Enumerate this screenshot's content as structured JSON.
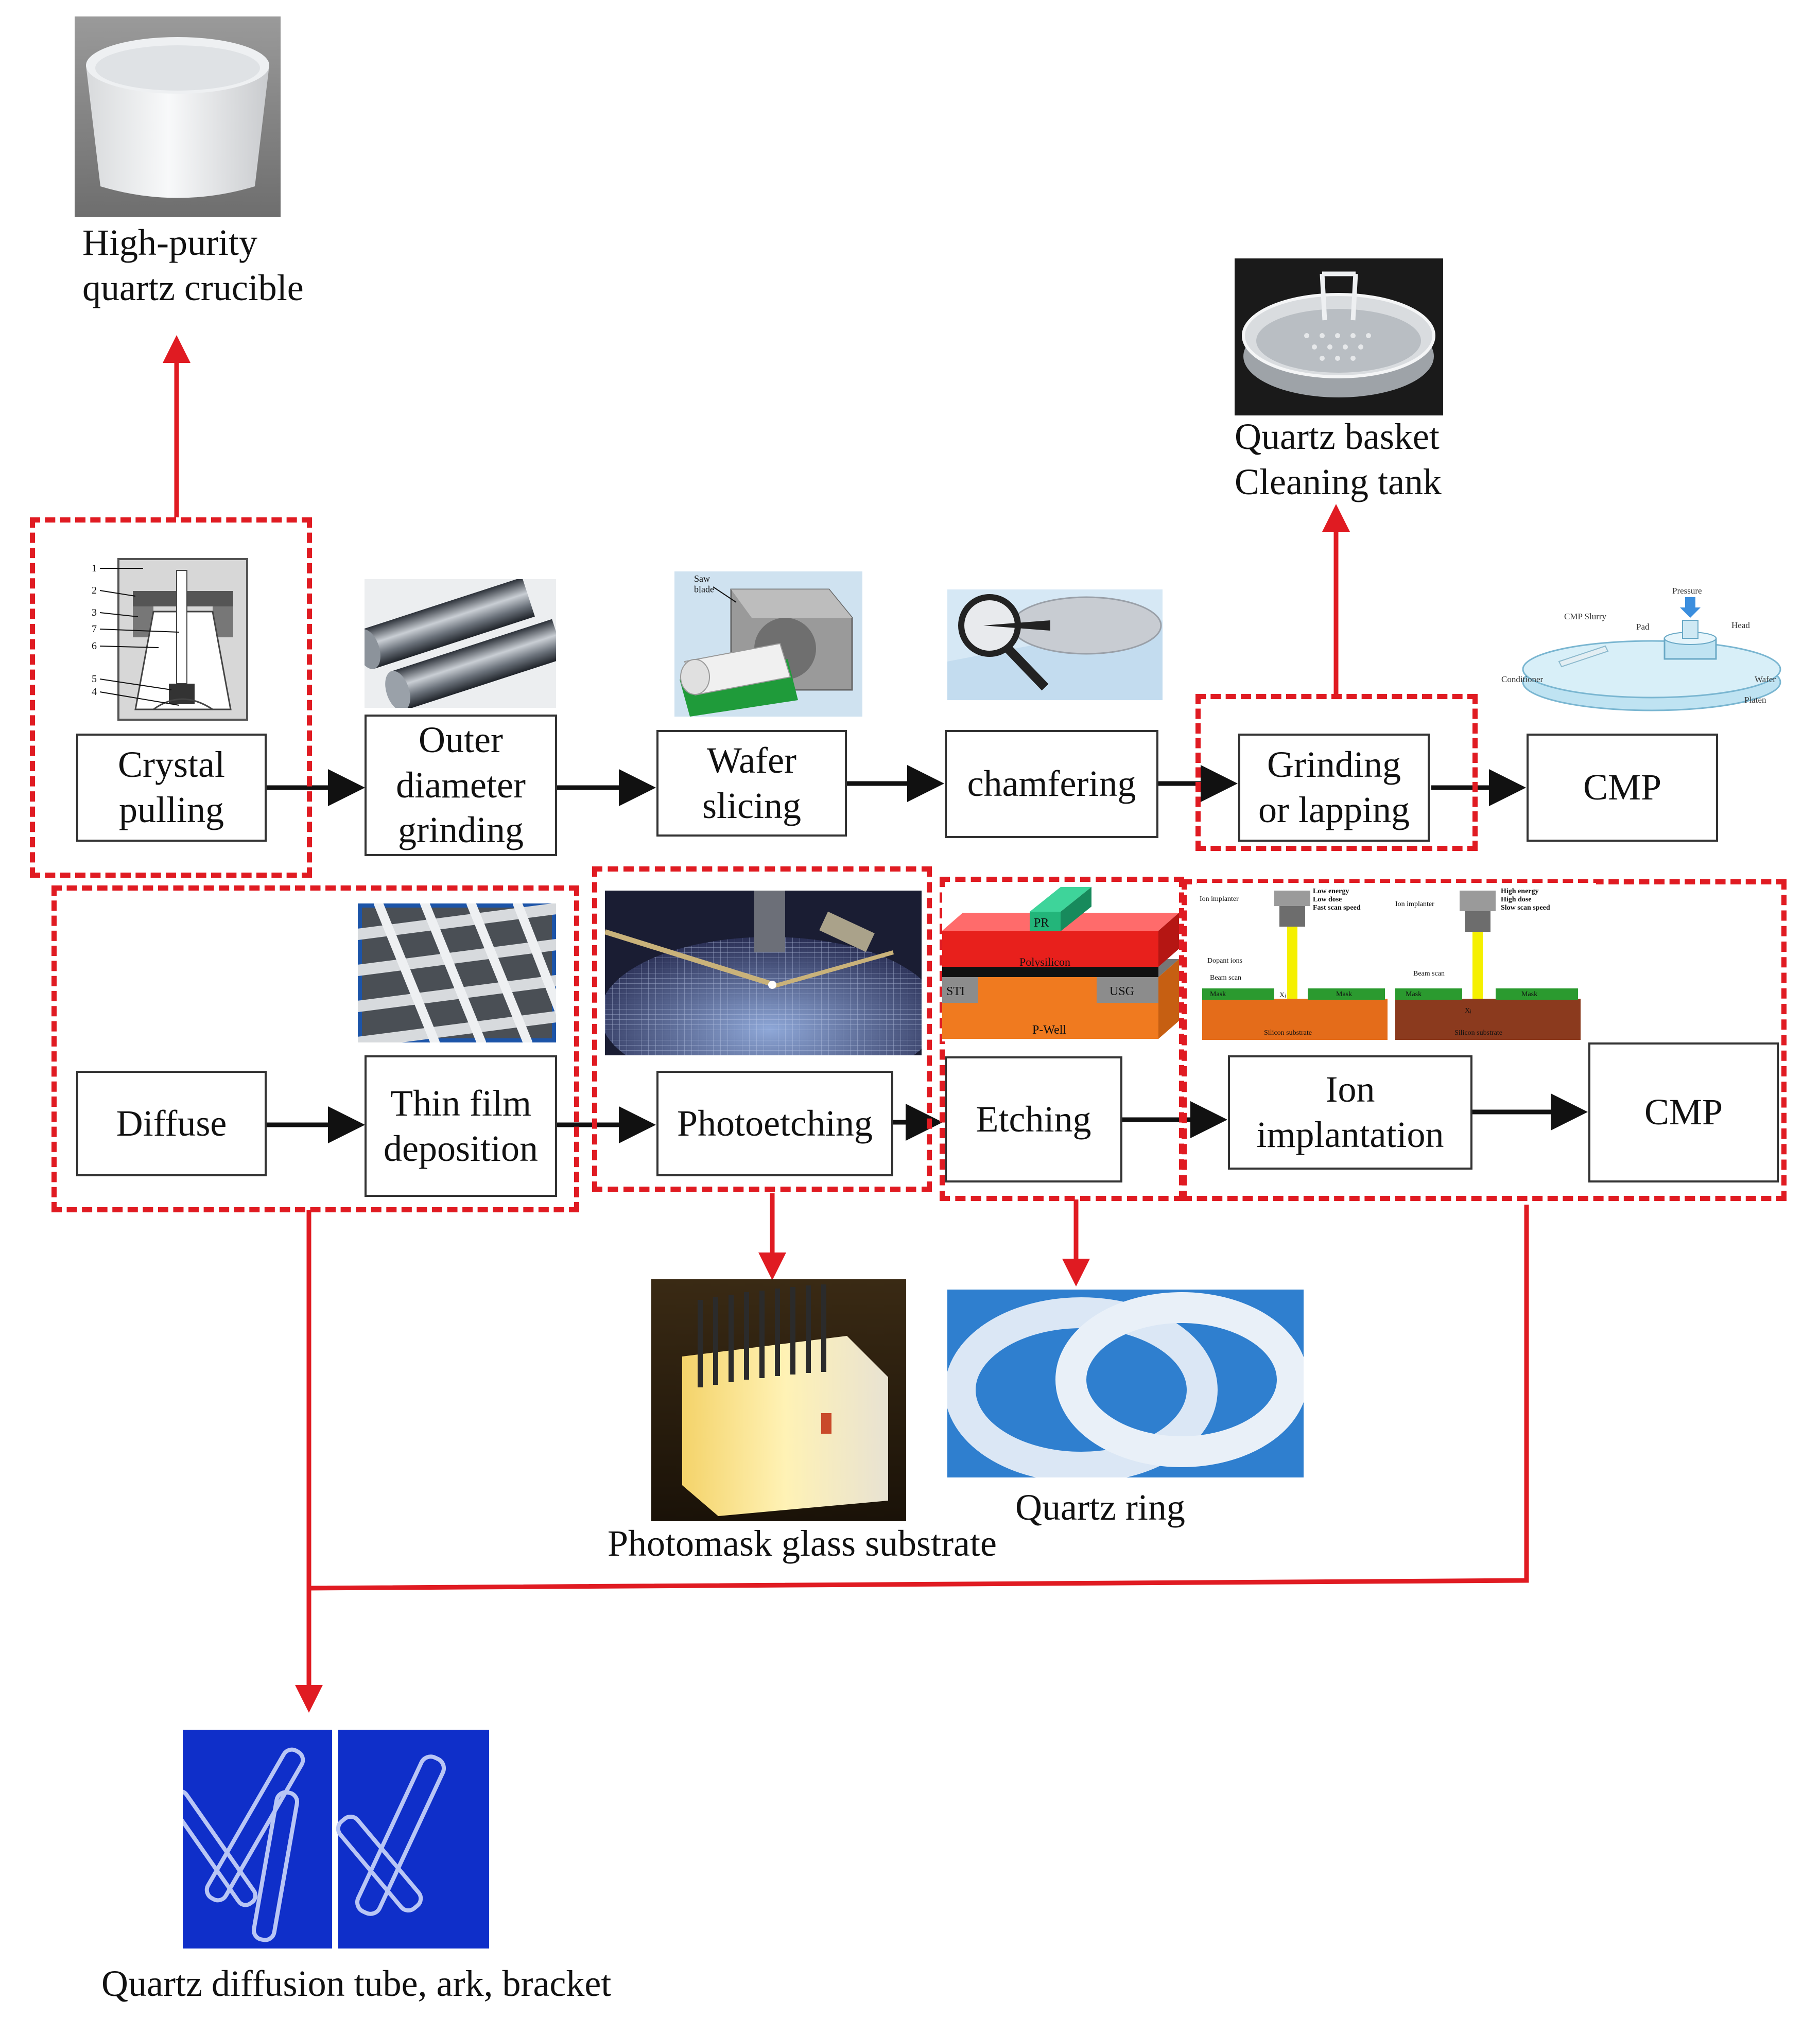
{
  "process_steps": {
    "crystal_pulling": "Crystal\npulling",
    "outer_diameter_grinding": "Outer\ndiameter\ngrinding",
    "wafer_slicing": "Wafer\nslicing",
    "chamfering": "chamfering",
    "grinding_or_lapping": "Grinding\nor lapping",
    "cmp_1": "CMP",
    "diffuse": "Diffuse",
    "thin_film_deposition": "Thin film\ndeposition",
    "photoetching": "Photoetching",
    "etching": "Etching",
    "ion_implantation": "Ion\nimplantation",
    "cmp_2": "CMP"
  },
  "quartz_products": {
    "crucible": "High-purity\nquartz crucible",
    "basket": "Quartz basket\nCleaning tank",
    "photomask": "Photomask glass substrate",
    "ring": "Quartz ring",
    "diffusion_tube": "Quartz diffusion tube, ark, bracket"
  },
  "image_labels": {
    "puller_numbers": [
      "1",
      "2",
      "3",
      "7",
      "6",
      "5",
      "4"
    ],
    "saw_blade": "Saw\nblade",
    "cmp_diagram": {
      "pressure": "Pressure",
      "cmp_slurry": "CMP Slurry",
      "pad": "Pad",
      "head": "Head",
      "conditioner": "Conditioner",
      "wafer": "Wafer",
      "platen": "Platen"
    },
    "etching_stack": {
      "pr": "PR",
      "polysilicon": "Polysilicon",
      "sti": "STI",
      "usg": "USG",
      "p_well": "P-Well"
    },
    "ion_low": {
      "implanter": "Ion implanter",
      "settings": "Low energy\nLow dose\nFast scan speed",
      "dopant": "Dopant ions",
      "beam": "Beam scan",
      "mask_left": "Mask",
      "mask_right": "Mask",
      "substrate": "Silicon substrate",
      "depth": "Xⱼ"
    },
    "ion_high": {
      "implanter": "Ion implanter",
      "settings": "High energy\nHigh dose\nSlow scan speed",
      "beam": "Beam scan",
      "mask_left": "Mask",
      "mask_right": "Mask",
      "substrate": "Silicon substrate",
      "depth": "Xⱼ"
    }
  },
  "colors": {
    "group_border": "#e01b22",
    "arrow_black": "#111111",
    "arrow_red": "#e01b22",
    "box_border": "#333333"
  }
}
